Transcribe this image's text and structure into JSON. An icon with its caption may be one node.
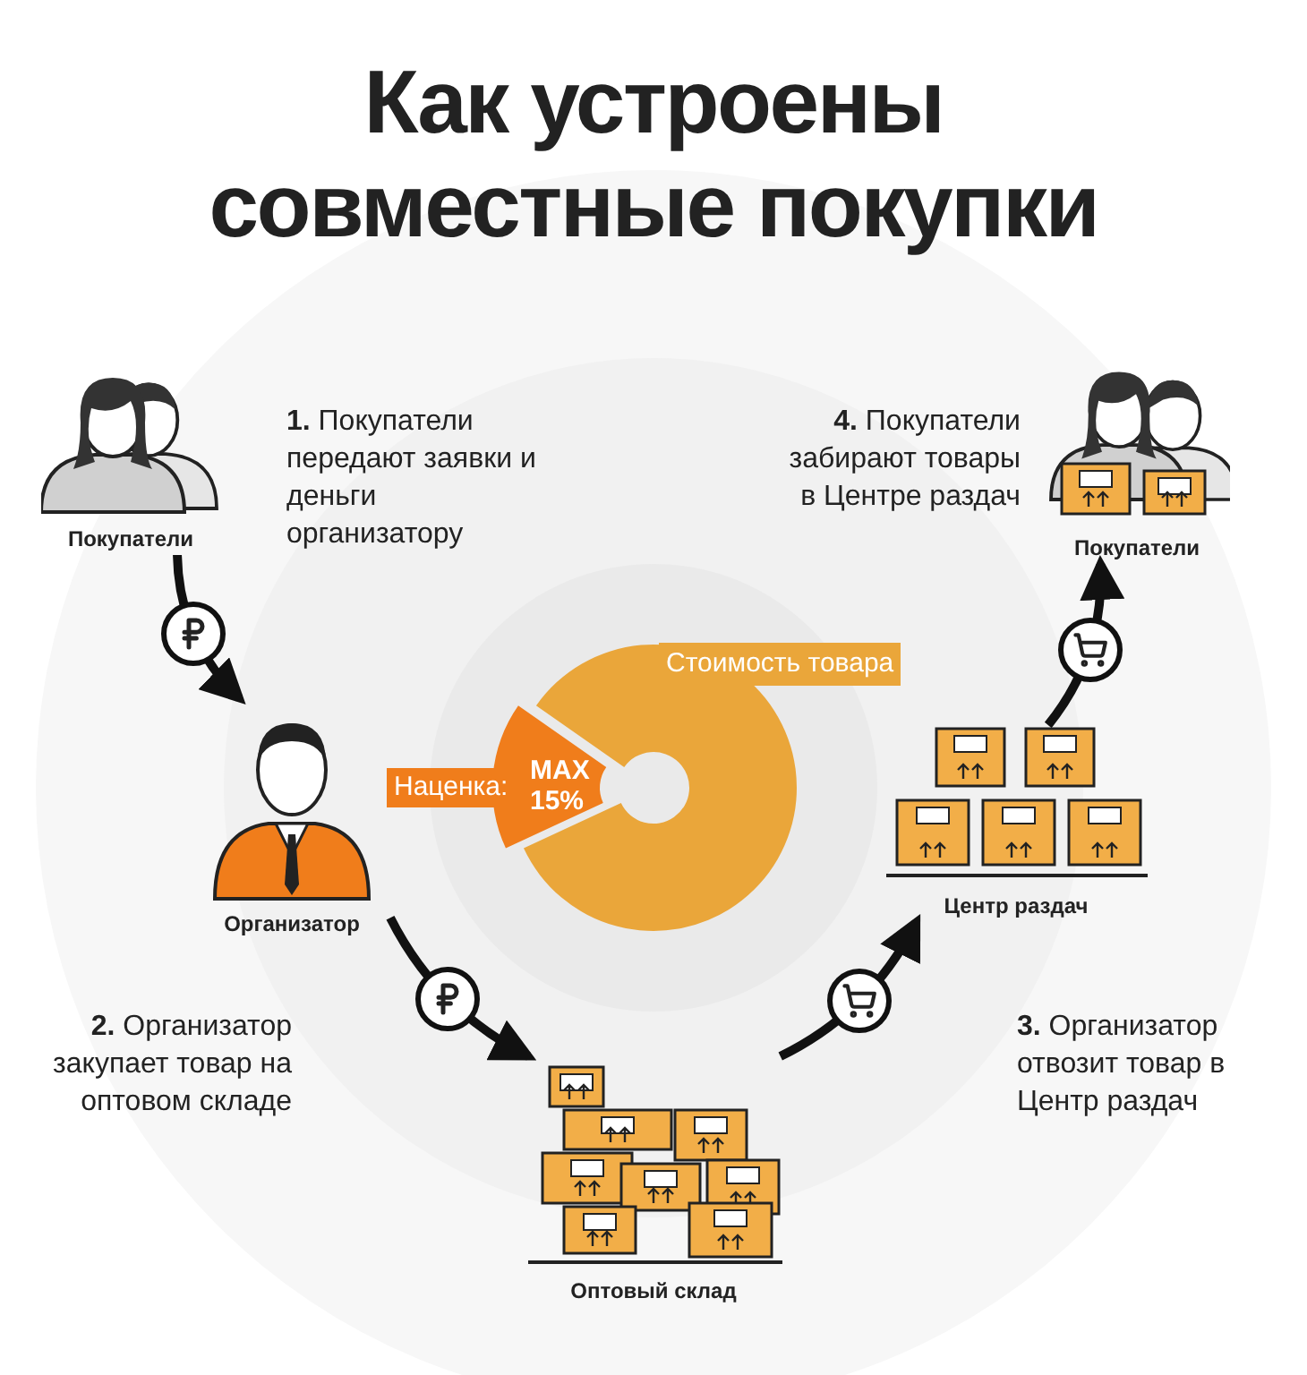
{
  "diagram": {
    "title": "Как устроены совместные покупки",
    "nodes": [
      {
        "text": [
          "Покупатели"
        ]
      },
      {
        "text": [
          "Организатор"
        ]
      },
      {
        "text": [
          "Оптовый склад"
        ]
      },
      {
        "text": [
          "Центр раздач"
        ]
      },
      {
        "text": [
          "Покупатели"
        ]
      }
    ],
    "edges": [
      {
        "from": 0,
        "to": 1,
        "arrow": "to"
      },
      {
        "from": 1,
        "to": 2,
        "arrow": "to"
      },
      {
        "from": 2,
        "to": 3,
        "arrow": "to"
      },
      {
        "from": 3,
        "to": 4,
        "arrow": "to"
      }
    ],
    "labels": [
      "**1.** Покупатели передают заявки и деньги организатору",
      "**4.** Покупатели забирают товары в Центре раздач",
      "**2.** Организатор закупает товар на оптовом складе",
      "**3.** Организатор отвозит товар в Центр раздач",
      "Стоимость товара",
      "Наценка:",
      "MAX",
      "15%"
    ]
  }
}
